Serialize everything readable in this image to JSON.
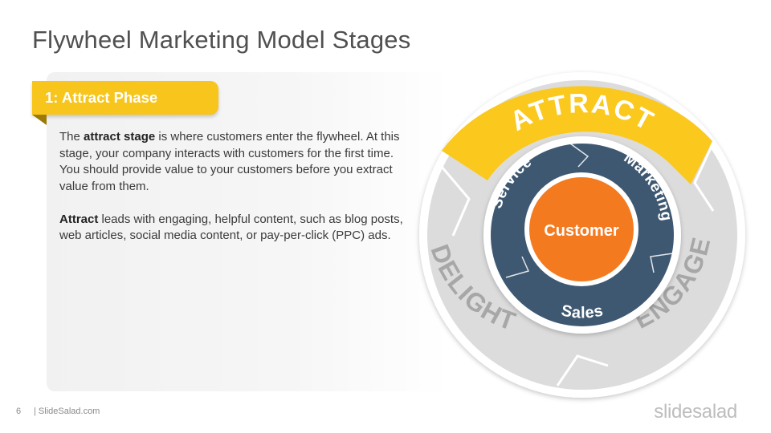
{
  "slide": {
    "title": "Flywheel Marketing Model Stages",
    "page_number": "6",
    "source": "| SlideSalad.com",
    "brand": "slidesalad"
  },
  "phase": {
    "label": "1: Attract  Phase",
    "paragraph1": {
      "lead": "The ",
      "bold": "attract stage",
      "rest": " is where customers enter the flywheel. At this stage, your company interacts with customers for the first time. You should provide value to your customers before you extract value from them."
    },
    "paragraph2": {
      "bold": "Attract",
      "rest": " leads with engaging, helpful content, such as blog posts, web articles, social media content, or pay-per-click (PPC) ads."
    }
  },
  "flywheel": {
    "outer": [
      "ATTRACT",
      "ENGAGE",
      "DELIGHT"
    ],
    "inner": [
      "Marketing",
      "Sales",
      "Service"
    ],
    "center": "Customer",
    "colors": {
      "attract": "#fbc81d",
      "outer_gray": "#dcdcdc",
      "outer_text": "#a7a7a7",
      "inner_ring": "#3e5872",
      "center": "#f47a20",
      "white": "#ffffff"
    }
  }
}
